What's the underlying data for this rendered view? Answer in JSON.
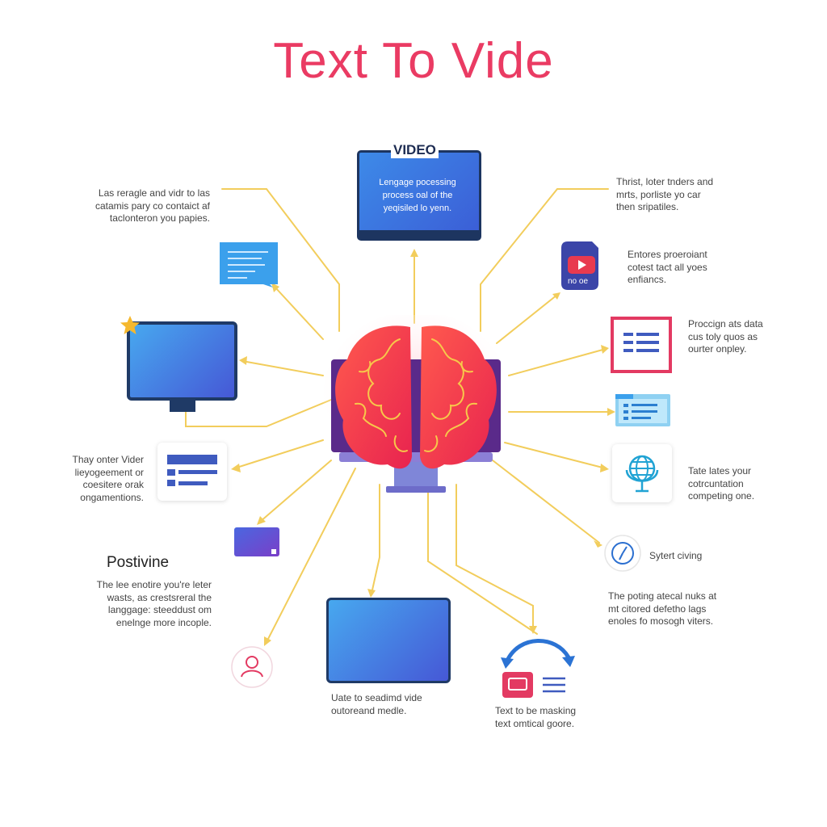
{
  "title": "Text To Vide",
  "center": {
    "icon": "brain-icon"
  },
  "video": {
    "label": "VIDEO",
    "text": "Lengage pocessing\nprocess oal of the\nyeqisiled lo yenn."
  },
  "left_captions": [
    "Las reragle and vidr to las\ncatamis pary co contaict af\ntaclonteron you papies.",
    "Thay onter Vider\nlieyogeement or\ncoesitere orak\nongamentions.",
    "The lee enotire you're leter\nwasts, as crestsreral the\nlanggage: steeddust om\nenelnge more incople."
  ],
  "left_heading": "Postivine",
  "right_captions": [
    "Thrist, loter tnders and\nmrts, porliste yo car\nthen sripatiles.",
    "Entores proeroiant\ncotest tact all yoes\nenfiancs.",
    "Proccign ats data\ncus toly quos as\nourter onpley.",
    "Tate lates your\ncotrcuntation\ncompeting one.",
    "Sytert civing",
    "The poting atecal nuks at\nmt citored defetho lags\nenoles fo mosogh viters."
  ],
  "bottom_captions": [
    "Uate to seadimd vide\noutoreand medle.",
    "Text to be masking\ntext omtical goore."
  ],
  "icon_labels": {
    "youtube_badge": "no oe"
  },
  "icons": {
    "chat": "chat-bubble-icon",
    "monitor_left": "monitor-icon",
    "star": "star-icon",
    "document_card": "document-icon",
    "small_card": "card-icon",
    "user": "user-icon",
    "youtube": "play-button-icon",
    "text_list": "text-list-icon",
    "folder": "folder-icon",
    "globe_mic": "globe-microphone-icon",
    "clock": "clock-icon",
    "refresh": "refresh-arrows-icon"
  },
  "colors": {
    "title": "#ea3b63",
    "accent": "#ea3b63",
    "lines": "#f2cd5c",
    "brain": "#f0344f",
    "navy": "#1f3a66"
  }
}
